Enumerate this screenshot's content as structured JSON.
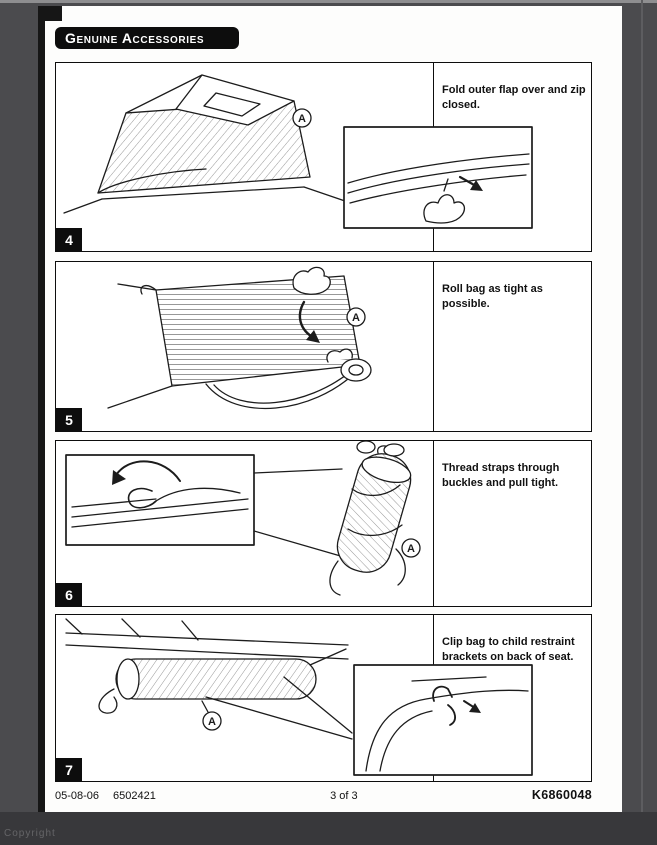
{
  "header": {
    "title": "Genuine Accessories"
  },
  "steps": [
    {
      "number": "4",
      "callout": "A",
      "instruction": "Fold outer flap over and zip closed."
    },
    {
      "number": "5",
      "callout": "A",
      "instruction": "Roll bag as tight as possible."
    },
    {
      "number": "6",
      "callout": "A",
      "instruction": "Thread straps through buckles and pull tight."
    },
    {
      "number": "7",
      "callout": "A",
      "instruction": "Clip bag to child restraint brackets on back of seat."
    }
  ],
  "footer": {
    "date": "05-08-06",
    "doc_number": "6502421",
    "page_indicator": "3 of 3",
    "part_number": "K6860048"
  },
  "watermark": "Copyright"
}
